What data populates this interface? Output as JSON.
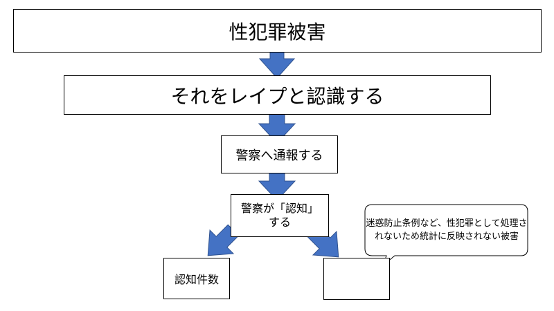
{
  "boxes": {
    "top": "性犯罪被害",
    "second": "それをレイプと認識する",
    "third": "警察へ通報する",
    "fourth_line1": "警察が「認知」",
    "fourth_line2": "する",
    "count": "認知件数"
  },
  "callout": {
    "text": "迷惑防止条例など、性犯罪として処理されないため統計に反映されない被害"
  },
  "colors": {
    "arrow": "#4472C4",
    "border": "#000000"
  }
}
